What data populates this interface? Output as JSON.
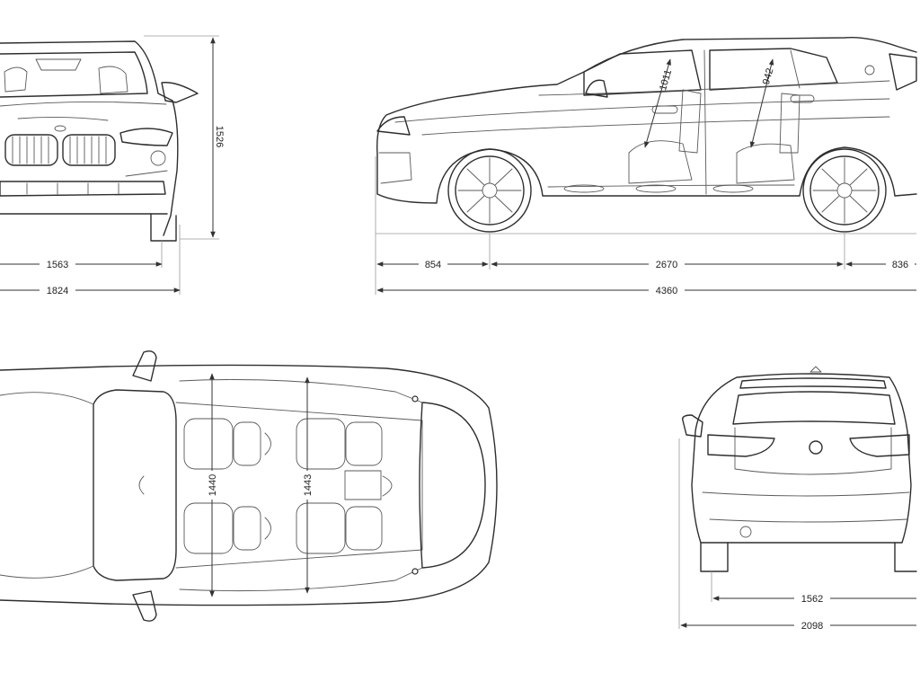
{
  "front_view": {
    "height": "1526",
    "track_width": "1563",
    "overall_width": "1824"
  },
  "side_view": {
    "front_overhang": "854",
    "wheelbase": "2670",
    "rear_overhang": "836",
    "overall_length": "4360",
    "front_headroom": "1011",
    "rear_headroom": "942"
  },
  "top_view": {
    "front_shoulder": "1440",
    "rear_shoulder": "1443"
  },
  "rear_view": {
    "rear_track": "1562",
    "width_with_mirrors": "2098"
  }
}
